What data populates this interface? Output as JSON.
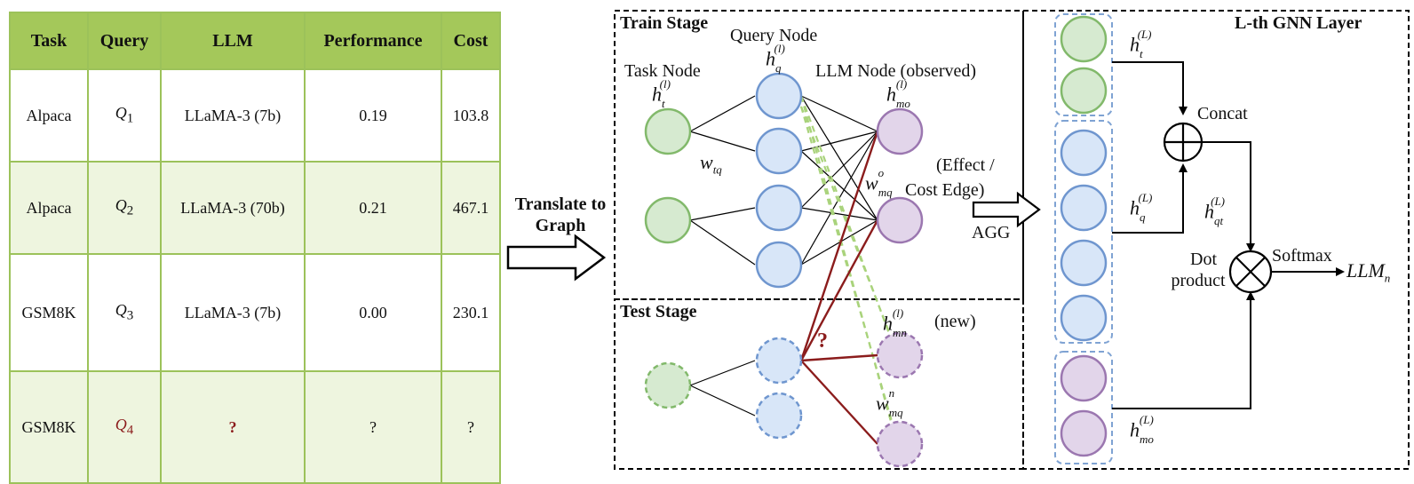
{
  "table": {
    "headers": [
      "Task",
      "Query",
      "LLM",
      "Performance",
      "Cost"
    ],
    "rows": [
      {
        "task": "Alpaca",
        "query_letter": "Q",
        "query_index": "1",
        "llm": "LLaMA-3 (7b)",
        "performance": "0.19",
        "cost": "103.8"
      },
      {
        "task": "Alpaca",
        "query_letter": "Q",
        "query_index": "2",
        "llm": "LLaMA-3 (70b)",
        "performance": "0.21",
        "cost": "467.1"
      },
      {
        "task": "GSM8K",
        "query_letter": "Q",
        "query_index": "3",
        "llm": "LLaMA-3 (7b)",
        "performance": "0.00",
        "cost": "230.1"
      },
      {
        "task": "GSM8K",
        "query_letter": "Q",
        "query_index": "4",
        "llm": "?",
        "performance": "?",
        "cost": "?"
      }
    ]
  },
  "translate_label": {
    "line1": "Translate to",
    "line2": "Graph"
  },
  "graph": {
    "train_stage": "Train Stage",
    "test_stage": "Test Stage",
    "query_node_label": "Query Node",
    "task_node_label": "Task Node",
    "llm_node_label": "LLM Node (observed)",
    "edge_label_line1": "(Effect /",
    "edge_label_line2": "Cost Edge)",
    "question_mark": "?",
    "new_label": "(new)",
    "agg_label": "AGG",
    "h_letter": "h",
    "w_letter": "w",
    "sup_l": "(l)",
    "sub_t": "t",
    "sub_q": "q",
    "sub_mo": "mo",
    "sub_mn": "mn",
    "sub_tq": "tq",
    "sub_mq": "mq",
    "sup_o": "o",
    "sup_n": "n"
  },
  "gnn": {
    "title": "L-th GNN Layer",
    "concat_label": "Concat",
    "dot_label_line1": "Dot",
    "dot_label_line2": "product",
    "softmax_label": "Softmax",
    "output_letters": "LLM",
    "output_sub": "n",
    "h_letter": "h",
    "sup_L": "(L)",
    "sub_t": "t",
    "sub_q": "q",
    "sub_qt": "qt",
    "sub_mo": "mo"
  },
  "colors": {
    "table_header": "#a4c85a",
    "table_border": "#9cc25a",
    "table_alt_row": "#eef5df",
    "task_fill": "#d6ead0",
    "task_stroke": "#82b96b",
    "query_fill": "#d8e6f8",
    "query_stroke": "#6f96cf",
    "llm_fill": "#e2d5ea",
    "llm_stroke": "#9b77b0",
    "dashed_green": "#a9d37b",
    "dark_red": "#8b1c1c"
  }
}
